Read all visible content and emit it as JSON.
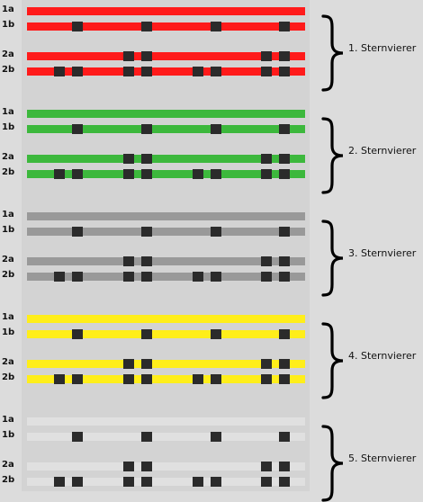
{
  "diagram": {
    "background_color": "#dcdcdc",
    "panel_color": "#d3d3d3",
    "twist_color": "#2b2b2b",
    "wire_labels": [
      "1a",
      "1b",
      "2a",
      "2b"
    ],
    "groups": [
      {
        "label": "1. Sternvierer",
        "color": "#ff1a1a"
      },
      {
        "label": "2. Sternvierer",
        "color": "#3cb83c"
      },
      {
        "label": "3. Sternvierer",
        "color": "#999999"
      },
      {
        "label": "4. Sternvierer",
        "color": "#ffee1a"
      },
      {
        "label": "5. Sternvierer",
        "color": "#e0e0e0"
      }
    ]
  }
}
